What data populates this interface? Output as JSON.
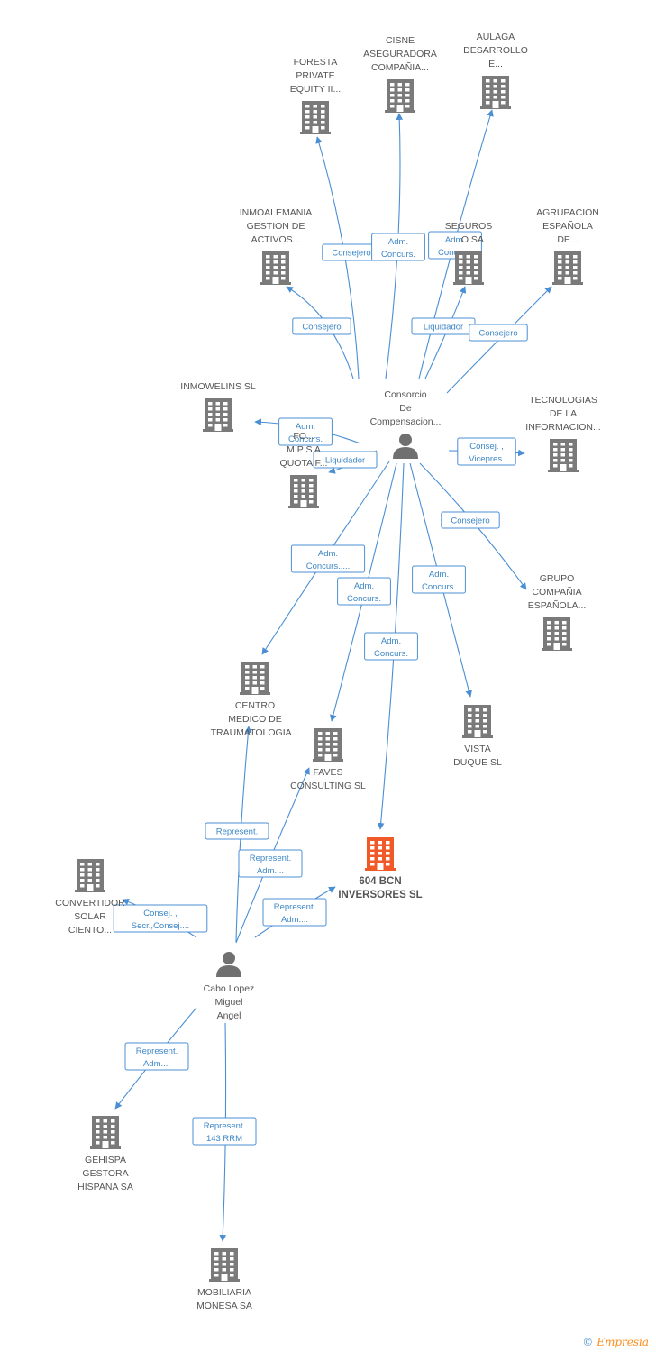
{
  "colors": {
    "edge": "#4a8fd4",
    "building": "#7a7a7a",
    "focus": "#f05a28",
    "person": "#707070"
  },
  "nodes": [
    {
      "id": "foresta",
      "type": "company",
      "label": [
        "FORESTA",
        "PRIVATE",
        "EQUITY II..."
      ]
    },
    {
      "id": "cisne",
      "type": "company",
      "label": [
        "CISNE",
        "ASEGURADORA",
        "COMPAÑIA..."
      ]
    },
    {
      "id": "aulaga",
      "type": "company",
      "label": [
        "AULAGA",
        "DESARROLLO",
        "E..."
      ]
    },
    {
      "id": "inmoalemania",
      "type": "company",
      "label": [
        "INMOALEMANIA",
        "GESTION DE",
        "ACTIVOS..."
      ]
    },
    {
      "id": "seguros",
      "type": "company",
      "label": [
        "SEGUROS",
        "...O SA"
      ]
    },
    {
      "id": "agrupacion",
      "type": "company",
      "label": [
        "AGRUPACION",
        "ESPAÑOLA",
        "DE..."
      ]
    },
    {
      "id": "inmowelins",
      "type": "company",
      "label": [
        "INMOWELINS SL"
      ]
    },
    {
      "id": "fo_mpsa",
      "type": "company",
      "label": [
        "FO...",
        "M P S A",
        "QUOTA F..."
      ]
    },
    {
      "id": "tecnologias",
      "type": "company",
      "label": [
        "TECNOLOGIAS",
        "DE LA",
        "INFORMACION..."
      ]
    },
    {
      "id": "consorcio",
      "type": "person",
      "label": [
        "Consorcio",
        "De",
        "Compensacion..."
      ]
    },
    {
      "id": "grupo",
      "type": "company",
      "label": [
        "GRUPO",
        "COMPAÑIA",
        "ESPAÑOLA..."
      ]
    },
    {
      "id": "centro",
      "type": "company",
      "label": [
        "CENTRO",
        "MEDICO DE",
        "TRAUMATOLOGIA..."
      ]
    },
    {
      "id": "faves",
      "type": "company",
      "label": [
        "FAVES",
        "CONSULTING SL"
      ]
    },
    {
      "id": "vista",
      "type": "company",
      "label": [
        "VISTA",
        "DUQUE SL"
      ]
    },
    {
      "id": "bcn604",
      "type": "focus",
      "label": [
        "604 BCN",
        "INVERSORES SL"
      ]
    },
    {
      "id": "convertidor",
      "type": "company",
      "label": [
        "CONVERTIDOR",
        "SOLAR",
        "CIENTO..."
      ]
    },
    {
      "id": "cabo",
      "type": "person",
      "label": [
        "Cabo Lopez",
        "Miguel",
        "Angel"
      ]
    },
    {
      "id": "gehispa",
      "type": "company",
      "label": [
        "GEHISPA",
        "GESTORA",
        "HISPANA SA"
      ]
    },
    {
      "id": "mobiliaria",
      "type": "company",
      "label": [
        "MOBILIARIA",
        "MONESA SA"
      ]
    }
  ],
  "edges": [
    {
      "from": "consorcio",
      "to": "foresta",
      "label": [
        "Consejero"
      ]
    },
    {
      "from": "consorcio",
      "to": "cisne",
      "label": [
        "Adm.",
        "Concurs."
      ]
    },
    {
      "from": "consorcio",
      "to": "aulaga",
      "label": [
        "Adm.",
        "Concurs."
      ]
    },
    {
      "from": "consorcio",
      "to": "inmoalemania",
      "label": [
        "Consejero"
      ]
    },
    {
      "from": "consorcio",
      "to": "seguros",
      "label": [
        "Liquidador"
      ]
    },
    {
      "from": "consorcio",
      "to": "agrupacion",
      "label": [
        "Consejero"
      ]
    },
    {
      "from": "consorcio",
      "to": "inmowelins",
      "label": [
        "Adm.",
        "Concurs."
      ]
    },
    {
      "from": "consorcio",
      "to": "fo_mpsa",
      "label": [
        "Liquidador"
      ]
    },
    {
      "from": "consorcio",
      "to": "tecnologias",
      "label": [
        "Consej. ,",
        "Vicepres."
      ]
    },
    {
      "from": "consorcio",
      "to": "grupo",
      "label": [
        "Consejero"
      ]
    },
    {
      "from": "consorcio",
      "to": "centro",
      "label": [
        "Adm.",
        "Concurs.,..."
      ]
    },
    {
      "from": "consorcio",
      "to": "faves",
      "label": [
        "Adm.",
        "Concurs."
      ]
    },
    {
      "from": "consorcio",
      "to": "vista",
      "label": [
        "Adm.",
        "Concurs."
      ]
    },
    {
      "from": "consorcio",
      "to": "bcn604",
      "label": [
        "Adm.",
        "Concurs."
      ]
    },
    {
      "from": "cabo",
      "to": "centro",
      "label": [
        "Represent."
      ]
    },
    {
      "from": "cabo",
      "to": "faves",
      "label": [
        "Represent.",
        "Adm...."
      ]
    },
    {
      "from": "cabo",
      "to": "bcn604",
      "label": [
        "Represent.",
        "Adm...."
      ]
    },
    {
      "from": "cabo",
      "to": "convertidor",
      "label": [
        "Consej. ,",
        "Secr.,Consej...."
      ]
    },
    {
      "from": "cabo",
      "to": "gehispa",
      "label": [
        "Represent.",
        "Adm...."
      ]
    },
    {
      "from": "cabo",
      "to": "mobiliaria",
      "label": [
        "Represent.",
        "143 RRM"
      ]
    }
  ],
  "credit": {
    "symbol": "©",
    "brand": "Empresia"
  }
}
